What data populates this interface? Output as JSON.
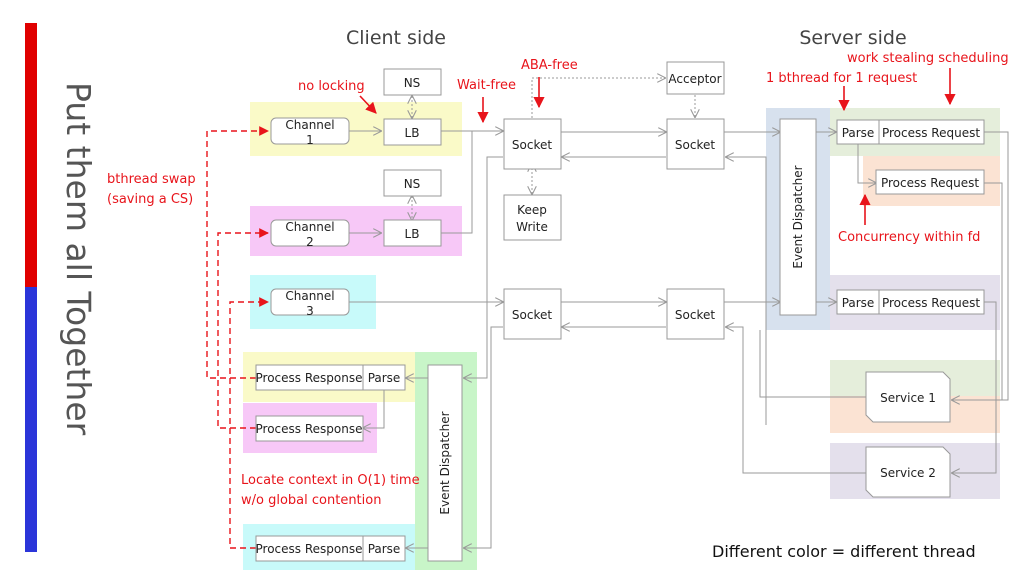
{
  "slide": {
    "vertical_title": "Put them all Together",
    "accent_colors": {
      "top_bar": "#e00000",
      "bottom_bar": "#2b35d9"
    }
  },
  "headings": {
    "client": "Client side",
    "server": "Server side"
  },
  "thread_colors": {
    "yellow": "#fafac8",
    "pink": "#f7c8f7",
    "cyan": "#c8fafa",
    "green": "#c8f5c8",
    "blue_gray": "#d7e1ee",
    "light_green": "#e5eedb",
    "peach": "#fbe3d3",
    "lavender": "#e4e0ec"
  },
  "client": {
    "channels": [
      {
        "label_line1": "Channel",
        "label_line2": "1"
      },
      {
        "label_line1": "Channel",
        "label_line2": "2"
      },
      {
        "label_line1": "Channel",
        "label_line2": "3"
      }
    ],
    "ns_label": "NS",
    "lb_label": "LB",
    "keep_write": {
      "line1": "Keep",
      "line2": "Write"
    },
    "process_response": "Process Response",
    "parse": "Parse",
    "event_dispatcher": "Event Dispatcher"
  },
  "middle": {
    "socket": "Socket",
    "acceptor": "Acceptor"
  },
  "server": {
    "event_dispatcher": "Event Dispatcher",
    "parse": "Parse",
    "process_request": "Process Request",
    "services": [
      "Service 1",
      "Service 2"
    ]
  },
  "annotations": {
    "bthread_swap_1": "bthread swap",
    "bthread_swap_2": "(saving a CS)",
    "no_locking": "no locking",
    "wait_free": "Wait-free",
    "aba_free": "ABA-free",
    "one_bthread": "1 bthread for 1 request",
    "work_stealing": "work stealing scheduling",
    "concurrency": "Concurrency within fd",
    "locate_1": "Locate context in O(1) time",
    "locate_2": "w/o global contention"
  },
  "legend": "Different color = different thread"
}
